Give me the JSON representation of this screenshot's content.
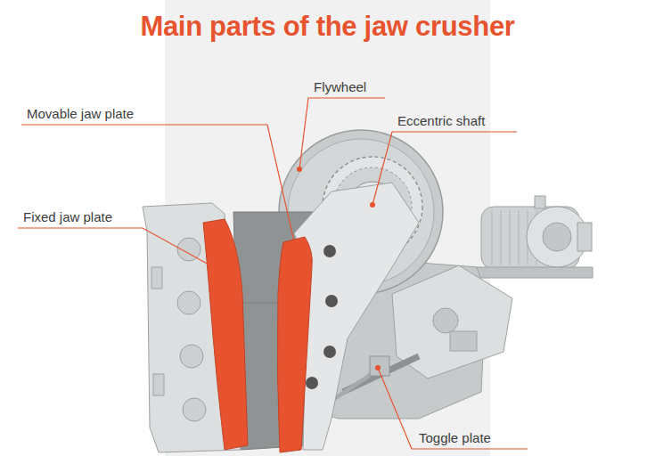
{
  "diagram": {
    "title": "Main parts of the jaw crusher",
    "labels": [
      "Flywheel",
      "Movable jaw plate",
      "Eccentric shaft",
      "Fixed jaw plate",
      "Toggle plate"
    ]
  }
}
